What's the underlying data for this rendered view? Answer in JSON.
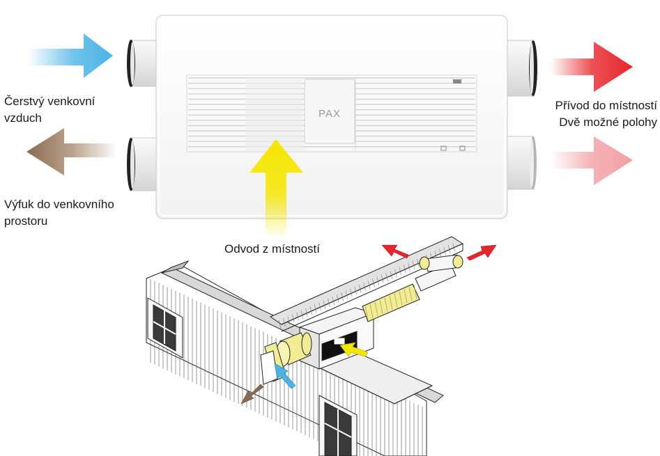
{
  "brand": {
    "logo_text": "PAX"
  },
  "labels": {
    "fresh_air": [
      "Čerstvý venkovní",
      "vzduch"
    ],
    "exhaust": [
      "Výfuk do venkovního",
      "prostoru"
    ],
    "supply": [
      "Přívod do místností",
      "Dvě možné polohy"
    ],
    "extract": "Odvod z místností"
  },
  "colors": {
    "fresh_air": "#4ab4e6",
    "exhaust": "#8a6a50",
    "supply": "#e6262c",
    "supply_alt": "#f2a0a4",
    "extract": "#f5e600"
  }
}
